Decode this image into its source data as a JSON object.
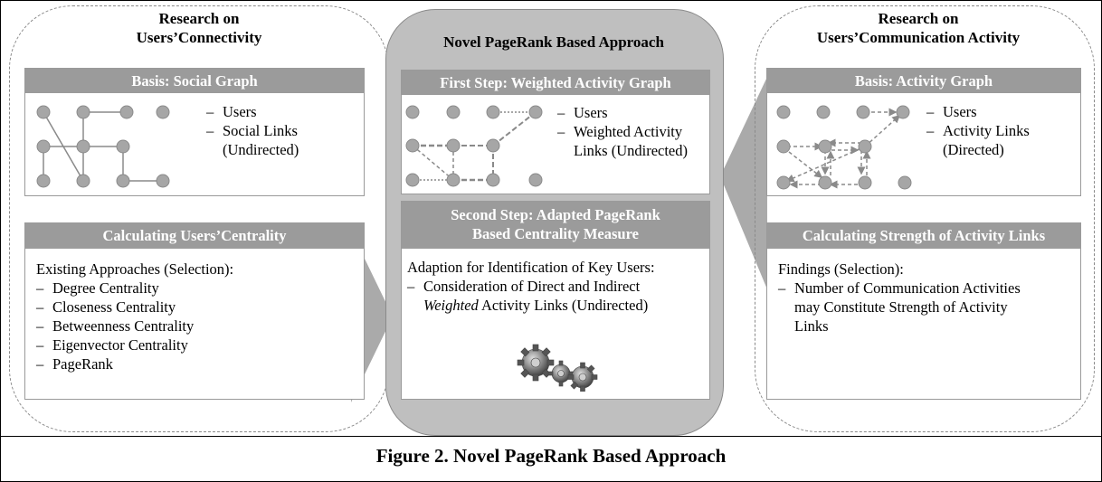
{
  "left_panel": {
    "title_line1": "Research on",
    "title_line2": "Users’Connectivity",
    "graph_box": {
      "header": "Basis: Social Graph",
      "legend": [
        {
          "dash": "–",
          "text": "Users"
        },
        {
          "dash": "–",
          "text": "Social Links"
        },
        {
          "dash": "",
          "text": "(Undirected)"
        }
      ]
    },
    "calc_box": {
      "header": "Calculating Users’Centrality",
      "intro": "Existing Approaches (Selection):",
      "items": [
        {
          "dash": "–",
          "text": "Degree Centrality"
        },
        {
          "dash": "–",
          "text": "Closeness Centrality"
        },
        {
          "dash": "–",
          "text": "Betweenness Centrality"
        },
        {
          "dash": "–",
          "text": "Eigenvector Centrality"
        },
        {
          "dash": "–",
          "text": "PageRank"
        }
      ]
    }
  },
  "center_panel": {
    "title": "Novel PageRank Based Approach",
    "graph_box": {
      "header": "First Step: Weighted Activity Graph",
      "legend": [
        {
          "dash": "–",
          "text": "Users"
        },
        {
          "dash": "–",
          "text": "Weighted Activity"
        },
        {
          "dash": "",
          "text": "Links (Undirected)"
        }
      ]
    },
    "step2_box": {
      "header_line1": "Second Step: Adapted PageRank",
      "header_line2": "Based Centrality Measure",
      "intro": "Adaption for Identification of Key Users:",
      "item_dash": "–",
      "item_line1": "Consideration of Direct and Indirect",
      "item_line2_italic": "Weighted",
      "item_line2_rest": " Activity Links (Undirected)",
      "icon": "gears-icon"
    }
  },
  "right_panel": {
    "title_line1": "Research on",
    "title_line2": "Users’Communication Activity",
    "graph_box": {
      "header": "Basis: Activity Graph",
      "legend": [
        {
          "dash": "–",
          "text": "Users"
        },
        {
          "dash": "–",
          "text": "Activity Links"
        },
        {
          "dash": "",
          "text": "(Directed)"
        }
      ]
    },
    "calc_box": {
      "header": "Calculating Strength of Activity Links",
      "intro": "Findings (Selection):",
      "item_dash": "–",
      "item_lines": [
        "Number of Communication Activities",
        "may Constitute Strength of Activity",
        "Links"
      ]
    }
  },
  "caption": "Figure 2. Novel PageRank Based Approach",
  "colors": {
    "header_gray": "#9b9b9b",
    "node_gray": "#a6a6a6",
    "center_bg": "#bfbfbf",
    "arrow_gray": "#aaaaaa"
  }
}
